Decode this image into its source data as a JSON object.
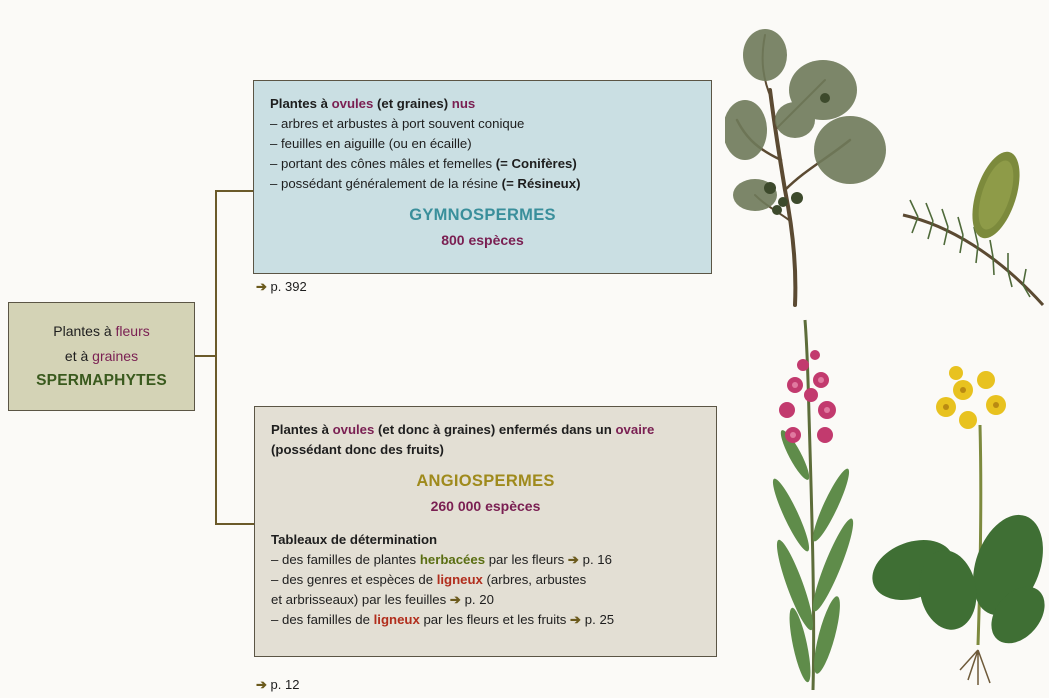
{
  "root": {
    "line1_a": "Plantes à ",
    "line1_b": "fleurs",
    "line2_a": "et à ",
    "line2_b": "graines",
    "name": "SPERMAPHYTES"
  },
  "gymnospermes": {
    "intro_a": "Plantes à ",
    "intro_b": "ovules",
    "intro_c": " (et graines) ",
    "intro_d": "nus",
    "items": [
      "– arbres et arbustes à port souvent conique",
      "– feuilles en aiguille (ou en écaille)",
      "– portant des cônes mâles et femelles ",
      "– possédant généralement de la résine "
    ],
    "item3_bold": "(= Conifères)",
    "item4_bold": "(= Résineux)",
    "name": "GYMNOSPERMES",
    "count": "800 espèces",
    "page_ref": "p. 392"
  },
  "angiospermes": {
    "intro_a": "Plantes à ",
    "intro_b": "ovules",
    "intro_c": " (et donc à graines) enfermés dans un ",
    "intro_d": "ovaire",
    "intro_line2": "(possédant donc des fruits)",
    "name": "ANGIOSPERMES",
    "count": "260 000 espèces",
    "tables_title": "Tableaux de détermination",
    "t1_a": "– des familles de plantes ",
    "t1_b": "herbacées",
    "t1_c": " par les fleurs ",
    "t1_ref": "p. 16",
    "t2_a": "– des genres et espèces de ",
    "t2_b": "ligneux",
    "t2_c": " (arbres, arbustes",
    "t2_line2": "et arbrisseaux) par les feuilles ",
    "t2_ref": "p. 20",
    "t3_a": "– des familles de ",
    "t3_b": "ligneux",
    "t3_c": " par les fleurs et les fruits ",
    "t3_ref": "p. 25",
    "page_ref": "p. 12"
  },
  "arrow_glyph": "➔",
  "colors": {
    "gymno_box": "#cadfe3",
    "angio_box": "#e3dfd4",
    "root_box": "#d4d3b6",
    "gymno_title": "#3a8f9b",
    "angio_title": "#9f8a1c",
    "accent_purple": "#7a1f52",
    "herbacees_green": "#5a6e12",
    "ligneux_red": "#b12d1c"
  }
}
